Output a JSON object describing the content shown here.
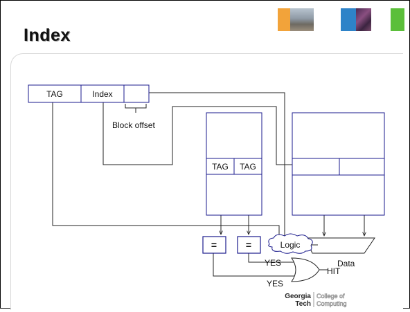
{
  "slide": {
    "title": "Index"
  },
  "diagram": {
    "address_fields": {
      "tag": "TAG",
      "index": "Index"
    },
    "block_offset_label": "Block offset",
    "tag_cells": [
      "TAG",
      "TAG"
    ],
    "comparators": [
      "=",
      "="
    ],
    "logic_label": "Logic",
    "data_label": "Data",
    "yes_labels": [
      "YES",
      "YES"
    ],
    "hit_label": "HIT"
  },
  "logo": {
    "line1": "Georgia",
    "line2": "Tech",
    "line3": "College of",
    "line4": "Computing"
  },
  "colors": {
    "box_border": "#1a1a8c",
    "line": "#222222",
    "orange": "#f2a33a",
    "blue": "#2e83c8",
    "green": "#5bbf3a"
  }
}
